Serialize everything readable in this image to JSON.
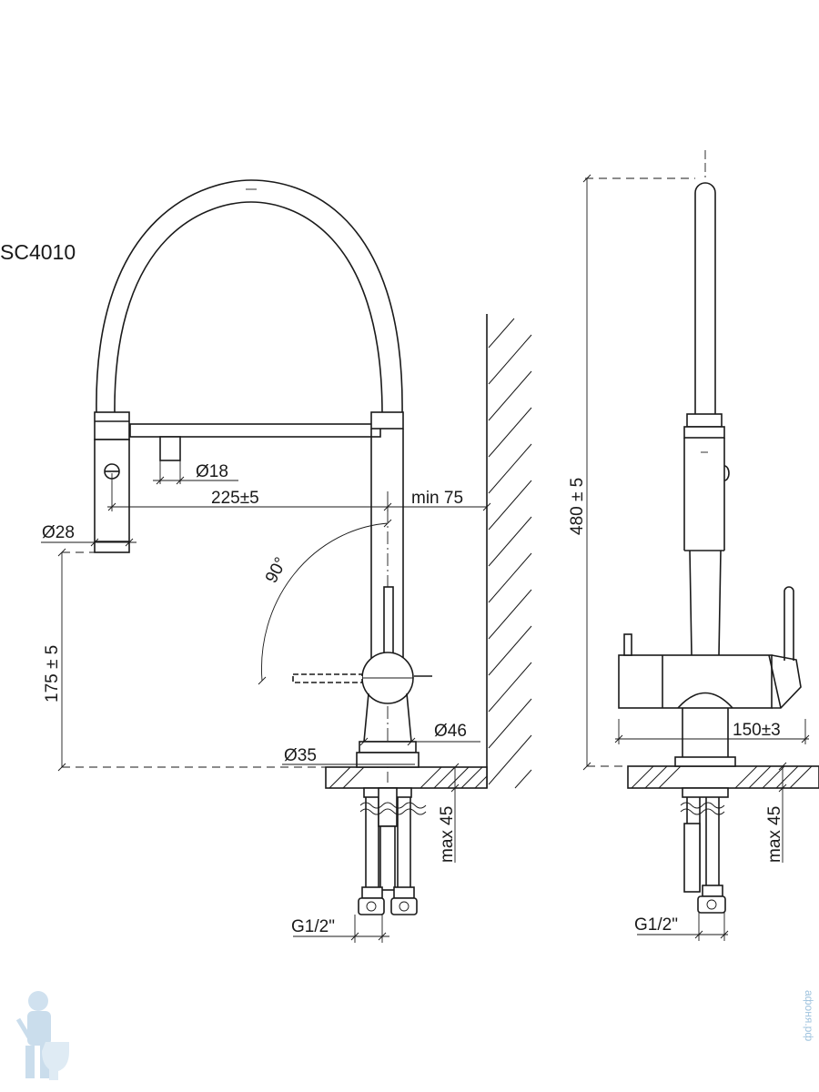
{
  "model": "SC4010",
  "dimensions": {
    "aerator_diameter": "Ø28",
    "spray_diameter": "Ø18",
    "spout_reach": "225±5",
    "wall_clearance": "min 75",
    "swivel_angle": "90°",
    "aerator_height": "175 ± 5",
    "base_diameter": "Ø46",
    "shank_diameter": "Ø35",
    "max_thickness_front": "max 45",
    "thread_front": "G1/2\"",
    "total_height": "480 ± 5",
    "handle_span": "150±3",
    "max_thickness_side": "max 45",
    "thread_side": "G1/2\""
  },
  "watermark": {
    "text": "афоня.рф",
    "mascot_icon": "plumber-mascot-icon"
  }
}
